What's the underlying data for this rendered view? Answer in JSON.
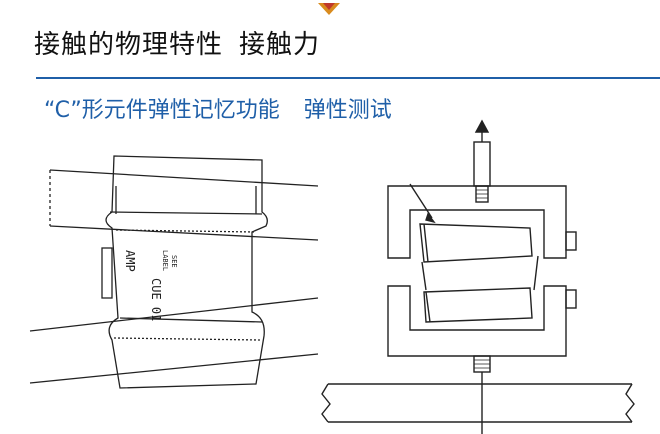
{
  "slide": {
    "title_part1": "接触的物理特性",
    "title_part2": "接触力",
    "subtitle_part1": "“C”形元件弹性记忆功能",
    "subtitle_part2": "弹性测试",
    "accent_color": "#1f5fa8",
    "text_color": "#111111"
  },
  "figure_left": {
    "label_see": "SEE",
    "label_label": "LABEL",
    "label_amp": "AMP",
    "label_code": "CUE 01"
  },
  "logo": {
    "icon": "emblem-icon"
  }
}
